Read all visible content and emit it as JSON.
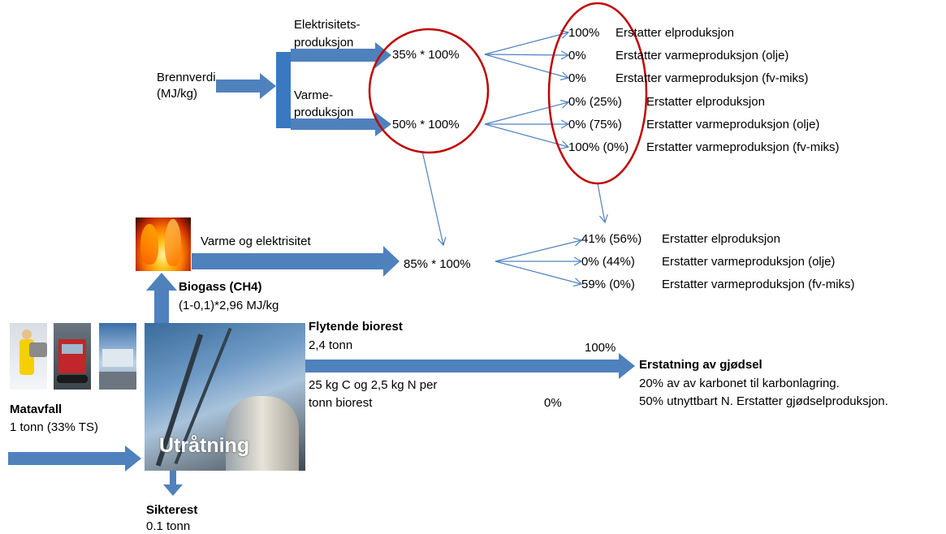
{
  "top": {
    "el_label_1": "Elektrisitets-",
    "el_label_2": "produksjon",
    "brennverdi_1": "Brennverdi",
    "brennverdi_2": "(MJ/kg)",
    "varme_label_1": "Varme-",
    "varme_label_2": "produksjon",
    "el_formula": "35% * 100%",
    "varme_formula": "50% * 100%",
    "outcomes": [
      {
        "pct": "100%",
        "text": "Erstatter elproduksjon"
      },
      {
        "pct": "0%",
        "text": "Erstatter varmeproduksjon (olje)"
      },
      {
        "pct": "0%",
        "text": "Erstatter varmeproduksjon (fv-miks)"
      },
      {
        "pct": "0% (25%)",
        "text": "Erstatter elproduksjon"
      },
      {
        "pct": "0% (75%)",
        "text": "Erstatter varmeproduksjon (olje)"
      },
      {
        "pct": "100% (0%)",
        "text": "Erstatter varmeproduksjon (fv-miks)"
      }
    ]
  },
  "middle": {
    "varme_og_el": "Varme og elektrisitet",
    "formula": "85% * 100%",
    "outcomes": [
      {
        "pct": "41% (56%)",
        "text": "Erstatter elproduksjon"
      },
      {
        "pct": "0% (44%)",
        "text": "Erstatter varmeproduksjon (olje)"
      },
      {
        "pct": "59% (0%)",
        "text": "Erstatter varmeproduksjon (fv-miks)"
      }
    ],
    "biogass_title": "Biogass (CH4)",
    "biogass_value": "(1-0,1)*2,96 MJ/kg"
  },
  "bottom": {
    "flytende_title": "Flytende biorest",
    "flytende_amount": "2,4 tonn",
    "flytende_note_1": "25 kg C og 2,5 kg N per",
    "flytende_note_2": "tonn biorest",
    "pct_100": "100%",
    "pct_0": "0%",
    "erstatning_title": "Erstatning av gjødsel",
    "erstatning_line_1": "20% av av karbonet til karbonlagring.",
    "erstatning_line_2": "50% utnyttbart N. Erstatter gjødselproduksjon.",
    "matavfall_title": "Matavfall",
    "matavfall_amount": "1 tonn  (33% TS)",
    "utratning": "Utråtning",
    "sikterest_title": "Sikterest",
    "sikterest_amount": "0.1 tonn"
  },
  "colors": {
    "arrow": "#4f81bd",
    "arrow_dark": "#2e6db4",
    "ellipse": "#c00000",
    "thin_arrow": "#4f81bd"
  }
}
